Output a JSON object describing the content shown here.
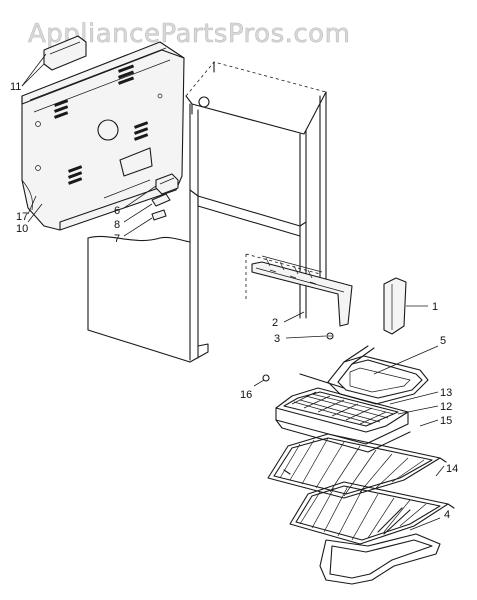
{
  "watermark": "AppliancePartsPros.com",
  "callouts": {
    "c1": "1",
    "c2": "2",
    "c3": "3",
    "c4": "4",
    "c5": "5",
    "c6": "6",
    "c7": "7",
    "c8": "8",
    "c10": "10",
    "c11": "11",
    "c12": "12",
    "c13": "13",
    "c14": "14",
    "c15": "15",
    "c16": "16",
    "c17": "17"
  }
}
